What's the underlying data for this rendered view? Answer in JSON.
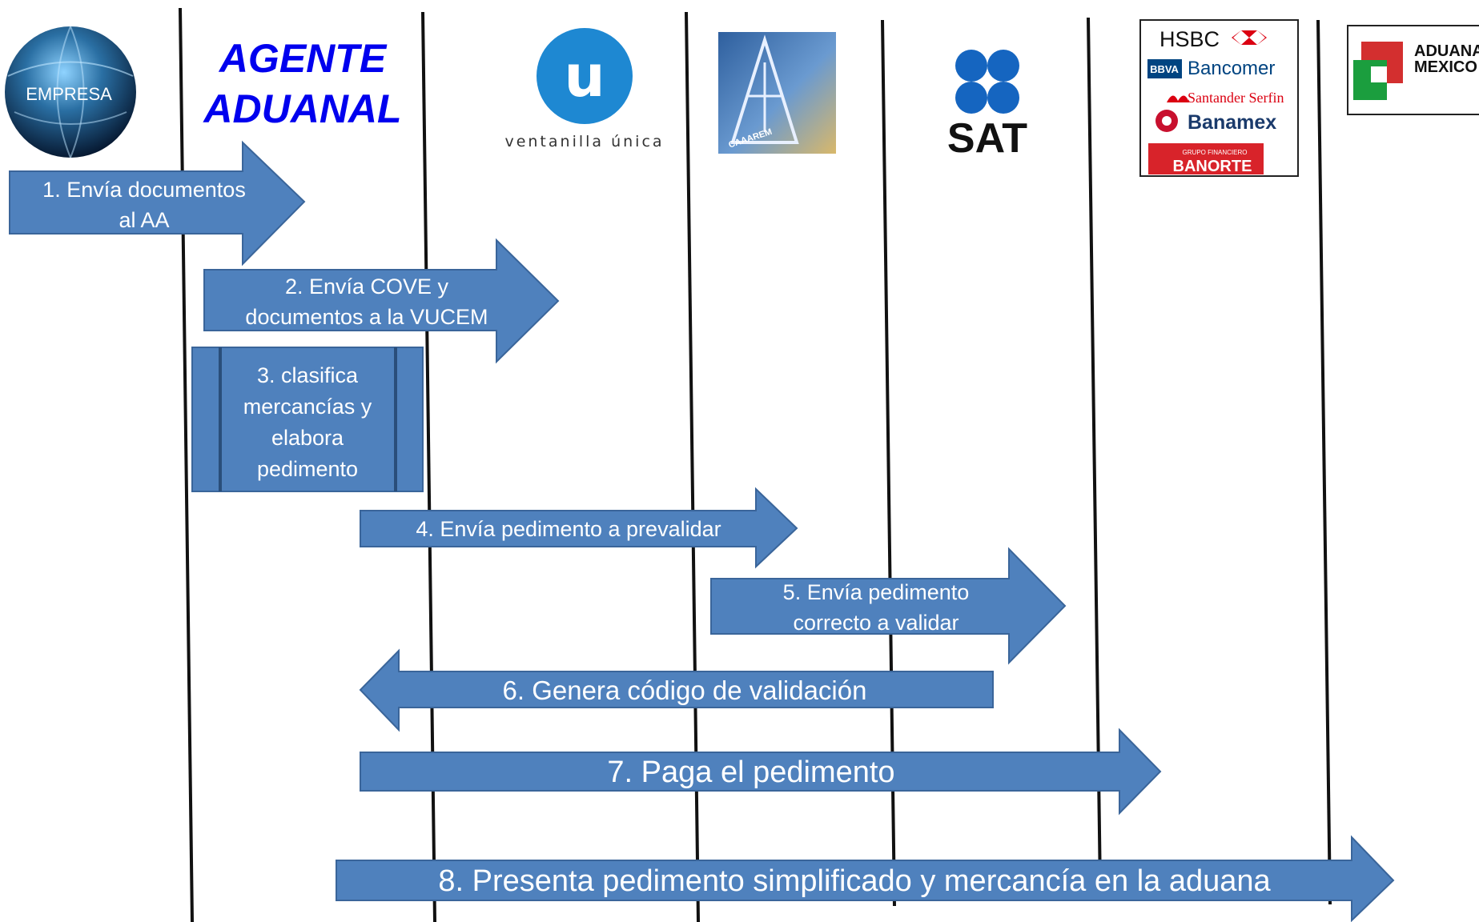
{
  "headers": {
    "empresa": "EMPRESA",
    "agente": [
      "AGENTE",
      "ADUANAL"
    ],
    "ventanilla": {
      "logo_letter": "u",
      "caption": "ventanilla única"
    },
    "caaarem": "CAAAREM",
    "sat": "SAT",
    "banks": [
      "HSBC",
      "Bancomer",
      "BBVA",
      "Santander Serfin",
      "Banamex",
      "BANORTE",
      "GRUPO FINANCIERO"
    ],
    "aduana": [
      "ADUANA",
      "MEXICO"
    ]
  },
  "steps": [
    {
      "id": "s1",
      "lines": [
        "1. Envía documentos",
        "al AA"
      ]
    },
    {
      "id": "s2",
      "lines": [
        "2. Envía COVE y",
        "documentos a la VUCEM"
      ]
    },
    {
      "id": "s3",
      "lines": [
        "3. clasifica",
        "mercancías y",
        "elabora",
        "pedimento"
      ]
    },
    {
      "id": "s4",
      "lines": [
        "4. Envía pedimento  a prevalidar"
      ]
    },
    {
      "id": "s5",
      "lines": [
        "5. Envía pedimento",
        "correcto a validar"
      ]
    },
    {
      "id": "s6",
      "lines": [
        "6. Genera código de validación"
      ]
    },
    {
      "id": "s7",
      "lines": [
        "7. Paga el pedimento"
      ]
    },
    {
      "id": "s8",
      "lines": [
        "8. Presenta pedimento simplificado y mercancía en la aduana"
      ]
    }
  ],
  "colors": {
    "arrow_fill": "#4f81bd",
    "agent_title": "#0000ee",
    "vu_blue": "#1e88d2",
    "sat_blue": "#1565c0",
    "hsbc_red": "#db0011",
    "bbva_blue": "#004481",
    "banamex_red": "#c8102e",
    "banorte_red": "#d8232a",
    "aduana_green": "#1b9e3e",
    "aduana_red": "#d32f2f"
  }
}
